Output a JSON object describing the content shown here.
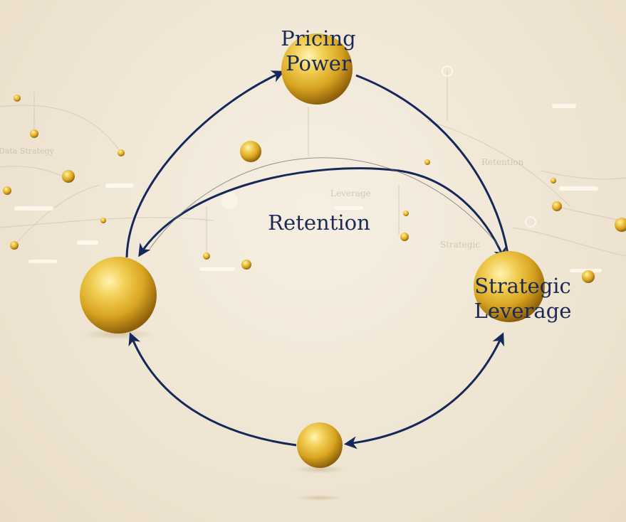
{
  "diagram": {
    "nodes": {
      "top": {
        "label_lines": [
          "Pricing",
          "Power"
        ]
      },
      "right": {
        "label_lines": [
          "Strategic",
          "Leverage"
        ]
      },
      "left": {
        "label_lines": []
      },
      "bottom": {
        "label_lines": []
      },
      "mid": {
        "label_lines": []
      }
    },
    "center_label": "Retention",
    "background_words": [
      "Retention",
      "Leverage",
      "Strategic",
      "Data Strategy"
    ]
  },
  "colors": {
    "arrow": "#15285a",
    "label": "#1b2a55",
    "gold_light": "#fff4b0",
    "gold_mid": "#e3b42a",
    "gold_dark": "#8a5d08"
  }
}
